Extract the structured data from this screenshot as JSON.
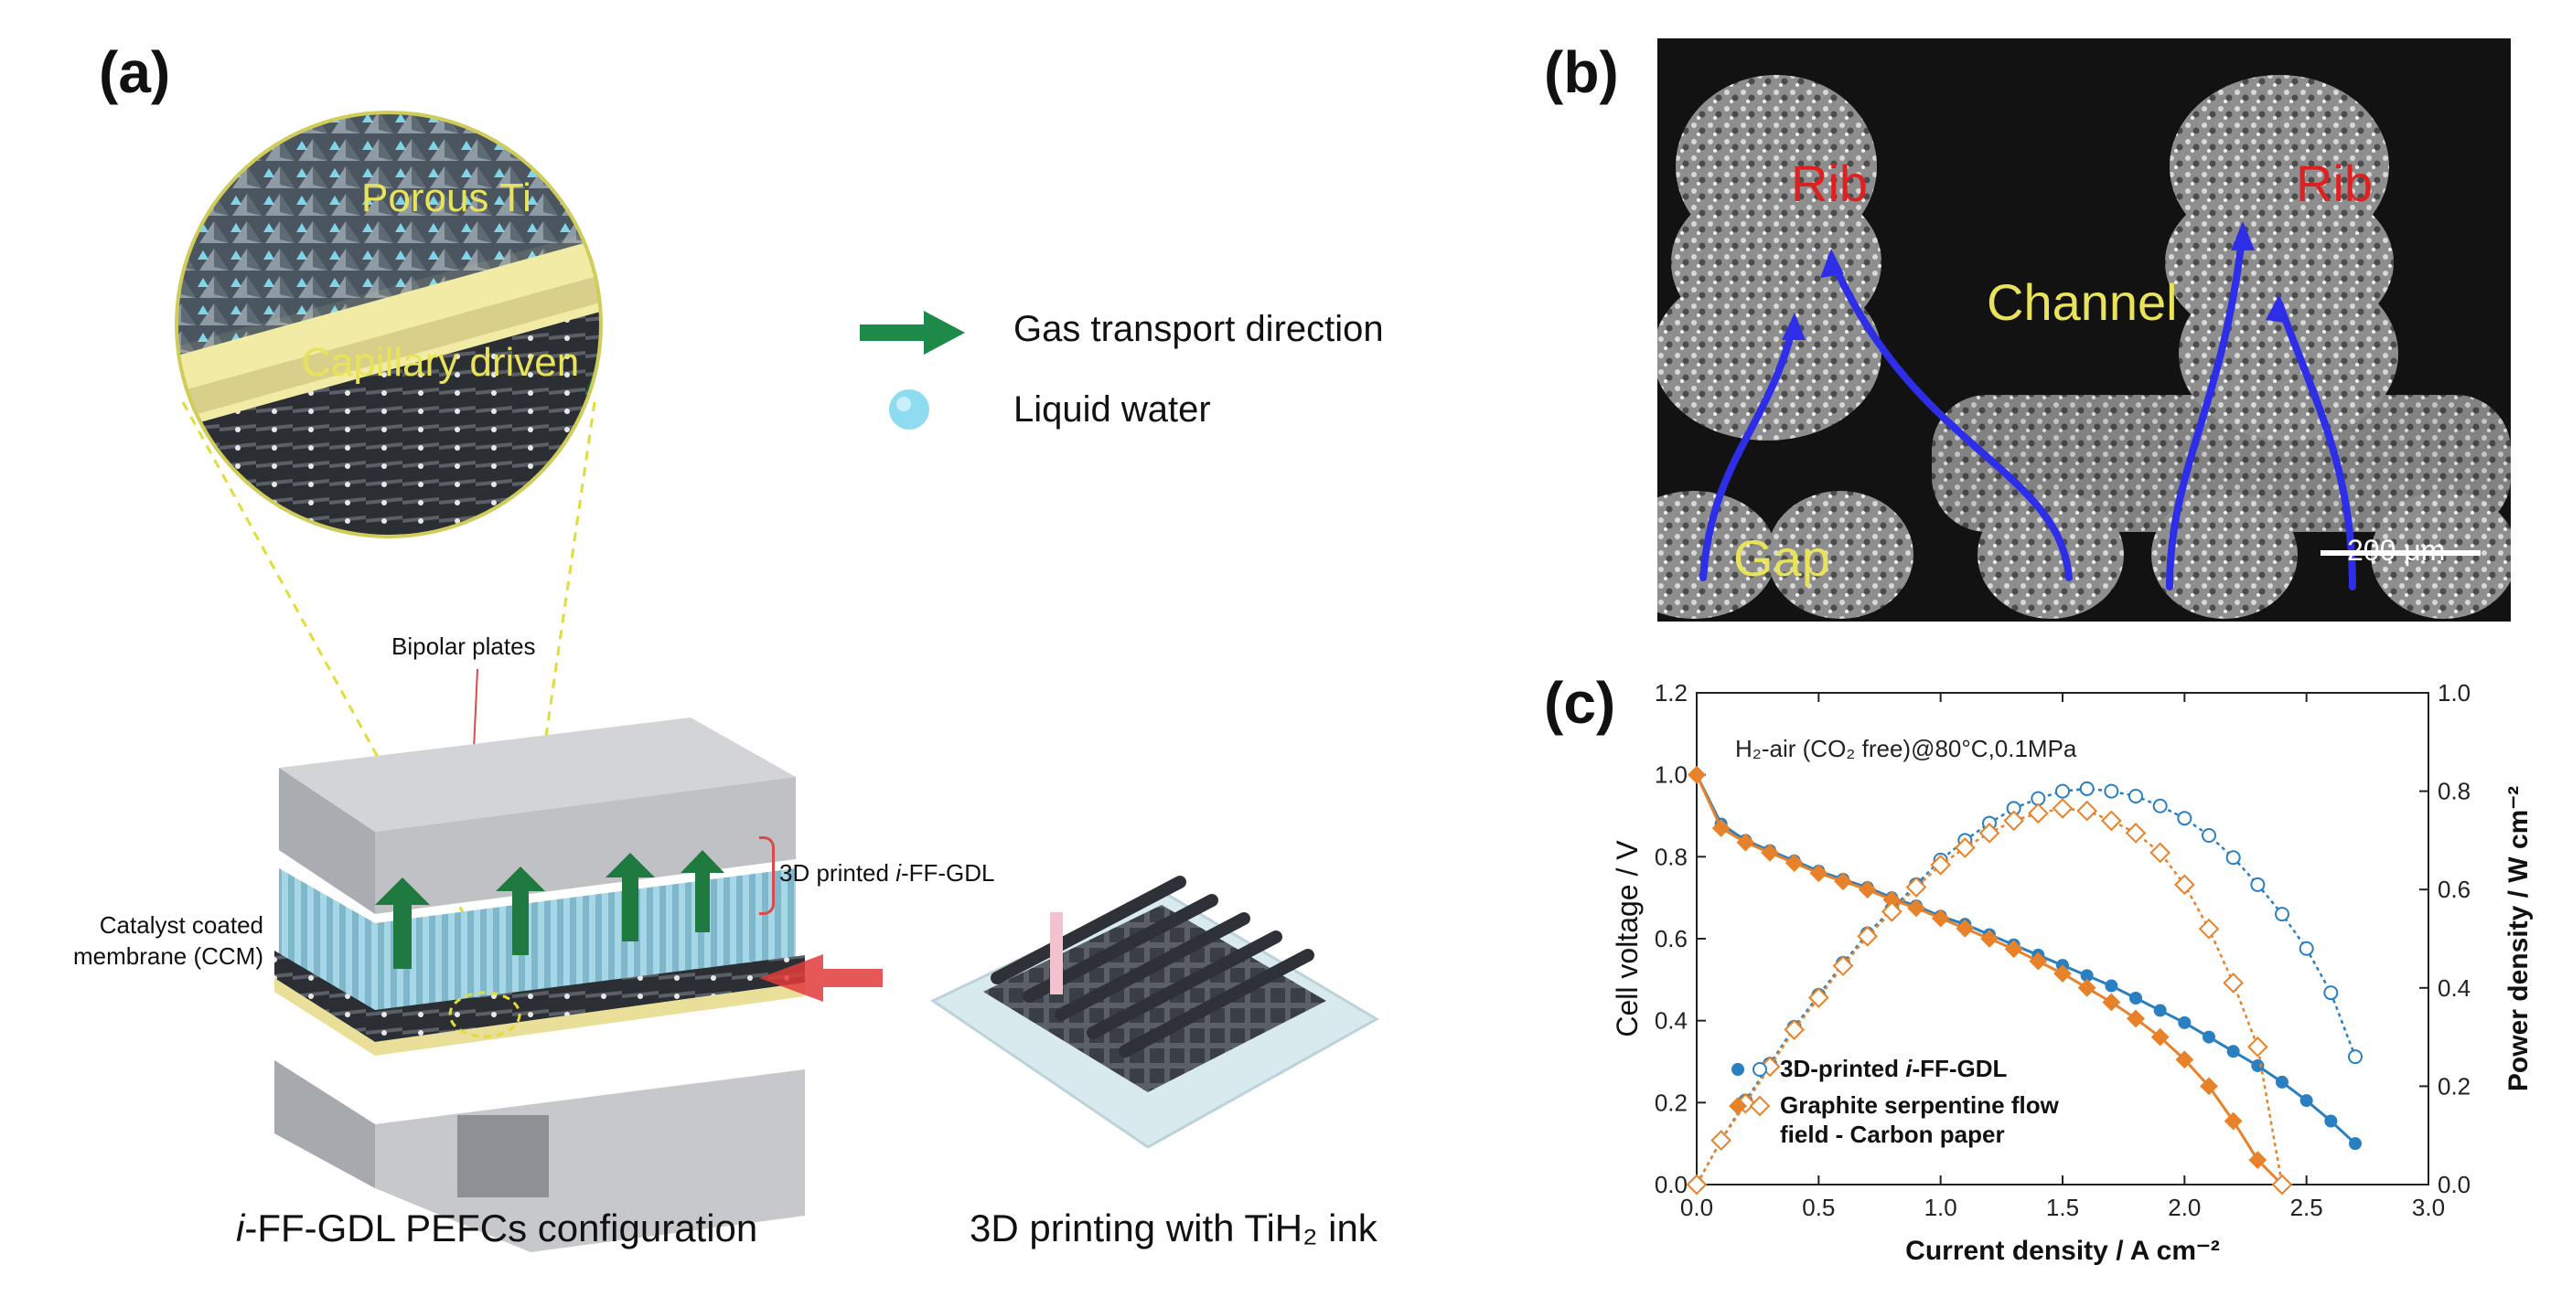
{
  "panel_a": {
    "label": "(a)",
    "zoom_labels": {
      "porous": "Porous Ti",
      "capillary": "Capillary driven"
    },
    "legend": {
      "gas": "Gas transport direction",
      "water": "Liquid water"
    },
    "bipolar_plates": "Bipolar plates",
    "gdl_prefix": "3D printed ",
    "gdl_italic": "i",
    "gdl_suffix": "-FF-GDL",
    "ccm_line1": "Catalyst coated",
    "ccm_line2": "membrane (CCM)",
    "config_italic": "i",
    "config_rest": "-FF-GDL PEFCs configuration",
    "printing_caption": "3D printing with TiH₂ ink"
  },
  "panel_b": {
    "label": "(b)",
    "rib_left": "Rib",
    "rib_right": "Rib",
    "channel": "Channel",
    "gap": "Gap",
    "scalebar": "200 μm"
  },
  "panel_c": {
    "label": "(c)",
    "condition": "H₂-air (CO₂ free)@80°C,0.1MPa"
  },
  "chart_data": {
    "type": "line",
    "xlabel": "Current density / A cm⁻²",
    "ylabel_left": "Cell voltage / V",
    "ylabel_right": "Power density / W cm⁻²",
    "xlim": [
      0,
      3.0
    ],
    "ylim_left": [
      0,
      1.2
    ],
    "ylim_right": [
      0,
      1.0
    ],
    "xticks": [
      "0.0",
      "0.5",
      "1.0",
      "1.5",
      "2.0",
      "2.5",
      "3.0"
    ],
    "yticks_left": [
      "0.0",
      "0.2",
      "0.4",
      "0.6",
      "0.8",
      "1.0",
      "1.2"
    ],
    "yticks_right": [
      "0.0",
      "0.2",
      "0.4",
      "0.6",
      "0.8",
      "1.0"
    ],
    "legend_placement": "lower-left",
    "series": [
      {
        "name_prefix": "3D-printed ",
        "name_italic": "i",
        "name_suffix": "-FF-GDL",
        "color": "#2a7fc1",
        "voltage": {
          "x": [
            0.0,
            0.1,
            0.2,
            0.3,
            0.4,
            0.5,
            0.6,
            0.7,
            0.8,
            0.9,
            1.0,
            1.1,
            1.2,
            1.3,
            1.4,
            1.5,
            1.6,
            1.7,
            1.8,
            1.9,
            2.0,
            2.1,
            2.2,
            2.3,
            2.4,
            2.5,
            2.6,
            2.7
          ],
          "y": [
            1.0,
            0.88,
            0.84,
            0.815,
            0.79,
            0.765,
            0.745,
            0.725,
            0.7,
            0.68,
            0.655,
            0.635,
            0.61,
            0.585,
            0.56,
            0.535,
            0.51,
            0.485,
            0.455,
            0.425,
            0.395,
            0.36,
            0.325,
            0.29,
            0.25,
            0.205,
            0.155,
            0.1
          ]
        },
        "power": {
          "x": [
            0.0,
            0.1,
            0.2,
            0.3,
            0.4,
            0.5,
            0.6,
            0.7,
            0.8,
            0.9,
            1.0,
            1.1,
            1.2,
            1.3,
            1.4,
            1.5,
            1.6,
            1.7,
            1.8,
            1.9,
            2.0,
            2.1,
            2.2,
            2.3,
            2.4,
            2.5,
            2.6,
            2.7
          ],
          "y": [
            0.0,
            0.09,
            0.17,
            0.245,
            0.32,
            0.385,
            0.45,
            0.51,
            0.56,
            0.61,
            0.66,
            0.7,
            0.735,
            0.765,
            0.785,
            0.8,
            0.805,
            0.8,
            0.79,
            0.77,
            0.745,
            0.71,
            0.665,
            0.61,
            0.55,
            0.48,
            0.39,
            0.26
          ]
        }
      },
      {
        "name_line1": "Graphite serpentine flow",
        "name_line2": "field - Carbon paper",
        "color": "#e8822a",
        "voltage": {
          "x": [
            0.0,
            0.1,
            0.2,
            0.3,
            0.4,
            0.5,
            0.6,
            0.7,
            0.8,
            0.9,
            1.0,
            1.1,
            1.2,
            1.3,
            1.4,
            1.5,
            1.6,
            1.7,
            1.8,
            1.9,
            2.0,
            2.1,
            2.2,
            2.3,
            2.4
          ],
          "y": [
            1.0,
            0.87,
            0.835,
            0.81,
            0.785,
            0.76,
            0.74,
            0.72,
            0.695,
            0.675,
            0.65,
            0.625,
            0.6,
            0.575,
            0.545,
            0.515,
            0.48,
            0.445,
            0.405,
            0.36,
            0.305,
            0.24,
            0.155,
            0.06,
            0.0
          ]
        },
        "power": {
          "x": [
            0.0,
            0.1,
            0.2,
            0.3,
            0.4,
            0.5,
            0.6,
            0.7,
            0.8,
            0.9,
            1.0,
            1.1,
            1.2,
            1.3,
            1.4,
            1.5,
            1.6,
            1.7,
            1.8,
            1.9,
            2.0,
            2.1,
            2.2,
            2.3,
            2.4
          ],
          "y": [
            0.0,
            0.09,
            0.165,
            0.24,
            0.315,
            0.38,
            0.445,
            0.505,
            0.555,
            0.605,
            0.65,
            0.685,
            0.715,
            0.74,
            0.755,
            0.765,
            0.76,
            0.74,
            0.715,
            0.675,
            0.61,
            0.52,
            0.41,
            0.28,
            0.0
          ]
        }
      }
    ]
  }
}
